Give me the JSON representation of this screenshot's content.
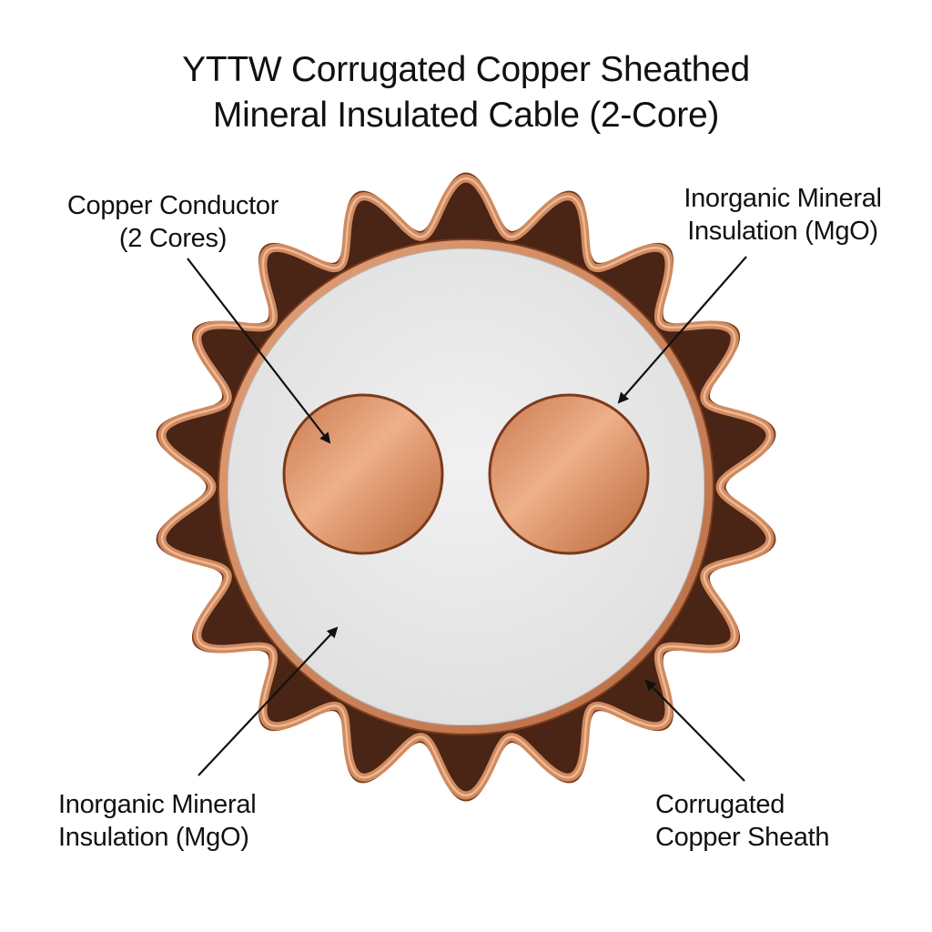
{
  "title": {
    "line1": "YTTW Corrugated Copper Sheathed",
    "line2": "Mineral Insulated Cable (2-Core)"
  },
  "labels": {
    "conductor": {
      "line1": "Copper Conductor",
      "line2": "(2 Cores)"
    },
    "insulation_top": {
      "line1": "Inorganic Mineral",
      "line2": "Insulation (MgO)"
    },
    "insulation_bottom": {
      "line1": "Inorganic Mineral",
      "line2": "Insulation (MgO)"
    },
    "sheath": {
      "line1": "Corrugated",
      "line2": "Copper Sheath"
    }
  },
  "colors": {
    "copper_light": "#e9a77e",
    "copper_mid": "#c77b4f",
    "copper_dark": "#7a3b1c",
    "sheath_fill": "#4a2414",
    "insulation": "#f1f1f1"
  }
}
